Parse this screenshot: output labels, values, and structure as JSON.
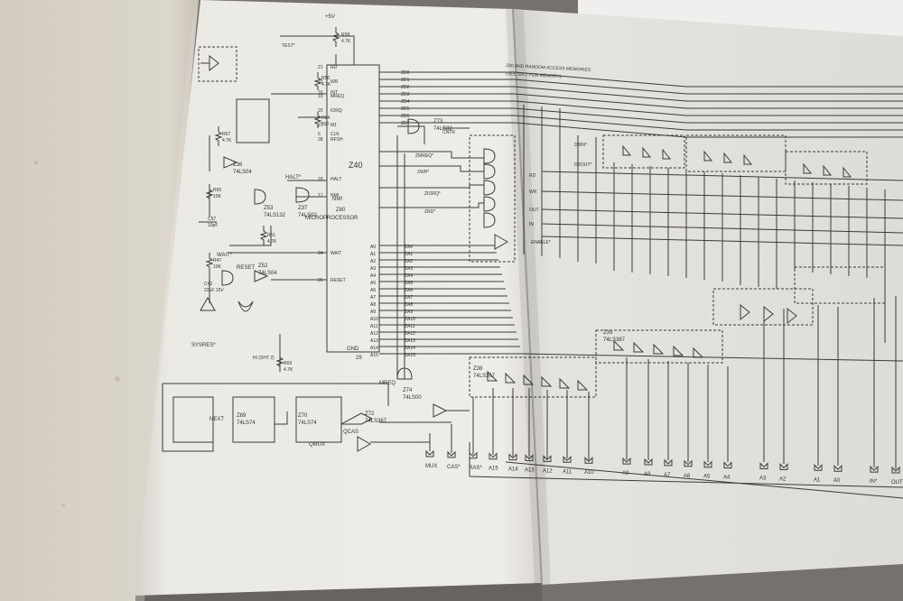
{
  "schematic": {
    "note_line1": "Z80 AND RANDOM ACCESS MEMORIES",
    "note_line2": "(SEE SH 2 FOR MEMORY)",
    "microprocessor": {
      "ref": "Z40",
      "name": "Z80",
      "title": "MICROPROCESSOR",
      "pins_left": [
        {
          "num": "21",
          "name": "RD"
        },
        {
          "num": "22",
          "name": "WR"
        },
        {
          "num": "19",
          "name": "MREQ"
        },
        {
          "num": "20",
          "name": "IORQ"
        },
        {
          "num": "27",
          "name": "M1"
        },
        {
          "num": "28",
          "name": "RFSH"
        },
        {
          "num": "18",
          "name": "HALT"
        },
        {
          "num": "17",
          "name": "NMI"
        },
        {
          "num": "16",
          "name": "INT"
        },
        {
          "num": "24",
          "name": "WAIT"
        },
        {
          "num": "26",
          "name": "RESET"
        },
        {
          "num": "6",
          "name": "CLK"
        }
      ],
      "gnd_label": "GND",
      "gnd_pin": "29",
      "power_label": "+5V",
      "power_pin": "11"
    },
    "address_pins": [
      "A0",
      "A1",
      "A2",
      "A3",
      "A4",
      "A5",
      "A6",
      "A7",
      "A8",
      "A9",
      "A10",
      "A11",
      "A12",
      "A13",
      "A14",
      "A15"
    ],
    "address_nets": [
      "ZA0",
      "ZA1",
      "ZA2",
      "ZA3",
      "ZA4",
      "ZA5",
      "ZA6",
      "ZA7",
      "ZA8",
      "ZA9",
      "ZA10",
      "ZA11",
      "ZA12",
      "ZA13",
      "ZA14",
      "ZA15"
    ],
    "data_nets": [
      "ZD0",
      "ZD1",
      "ZD2",
      "ZD3",
      "ZD4",
      "ZD5",
      "ZD6",
      "ZD7"
    ],
    "chips": [
      {
        "ref": "Z36",
        "type": "74LS04"
      },
      {
        "ref": "Z53",
        "type": "74LS132"
      },
      {
        "ref": "Z37",
        "type": "74LS02"
      },
      {
        "ref": "Z52",
        "type": "74LS04"
      },
      {
        "ref": "Z72",
        "type": "74LS367"
      },
      {
        "ref": "Z69",
        "type": "74LS74"
      },
      {
        "ref": "Z70",
        "type": "74LS74"
      },
      {
        "ref": "Z74",
        "type": "74LS00"
      },
      {
        "ref": "Z73",
        "type": "74LS32"
      },
      {
        "ref": "Z39",
        "type": "74LS367"
      },
      {
        "ref": "Z38",
        "type": "74LS367"
      }
    ],
    "components": [
      {
        "ref": "R58",
        "value": "4.7K"
      },
      {
        "ref": "R50",
        "value": "4.7K"
      },
      {
        "ref": "R64",
        "value": "330"
      },
      {
        "ref": "R67",
        "value": "4.7K"
      },
      {
        "ref": "R65",
        "value": "10K"
      },
      {
        "ref": "R51",
        "value": "4.7K"
      },
      {
        "ref": "R47",
        "value": "10K"
      },
      {
        "ref": "R69",
        "value": "4.7K"
      },
      {
        "ref": "C57",
        "value": "10pF"
      },
      {
        "ref": "C42",
        "value": "22uF 15V"
      }
    ],
    "signals": {
      "test": "TEST*",
      "halt": "HALT*",
      "nmi": "NMI",
      "wait": "WAIT*",
      "reset": "RESET",
      "sysres": "SYSRES*",
      "cntr": "CNTR",
      "mreq": "MREQ",
      "zmreq": "ZMREQ*",
      "zwr": "ZWR*",
      "ziorq": "ZIORQ*",
      "zrd": "ZRD*",
      "qcas": "QCAS",
      "qmux": "QMUX",
      "next": "NEXT",
      "hi": "HI (SHT 2)",
      "enable": "ENABLE*",
      "dbout": "DBOUT*",
      "dbin": "DBIN*",
      "out": "OUT",
      "in": "IN",
      "wr": "WR",
      "rd": "RD"
    },
    "bottom_terminals": [
      "MUX",
      "CAS*",
      "RAS*",
      "A15",
      "A14",
      "A13",
      "A12",
      "A11",
      "A10",
      "A9",
      "A8",
      "A7",
      "A6",
      "A5",
      "A4",
      "A3",
      "A2",
      "A1",
      "A0",
      "IN*",
      "OUT*"
    ]
  }
}
